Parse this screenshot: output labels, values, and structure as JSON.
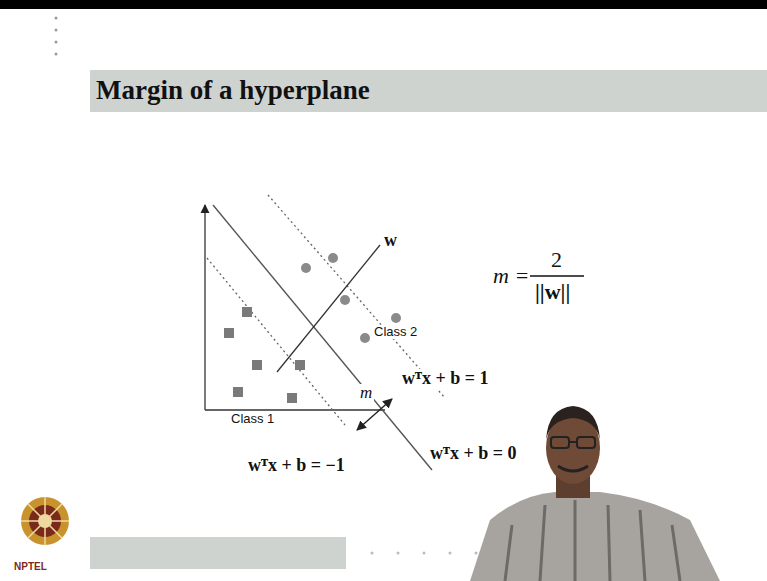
{
  "diagram": {
    "title": "Margin of a hyperplane",
    "labels": [
      "w",
      "Class 2",
      "wᵀx + b = 1",
      "m",
      "Class 1",
      "wᵀx + b = 0",
      "wᵀx + b = −1",
      "m =",
      "2",
      "||w||",
      "NPTEL"
    ]
  }
}
